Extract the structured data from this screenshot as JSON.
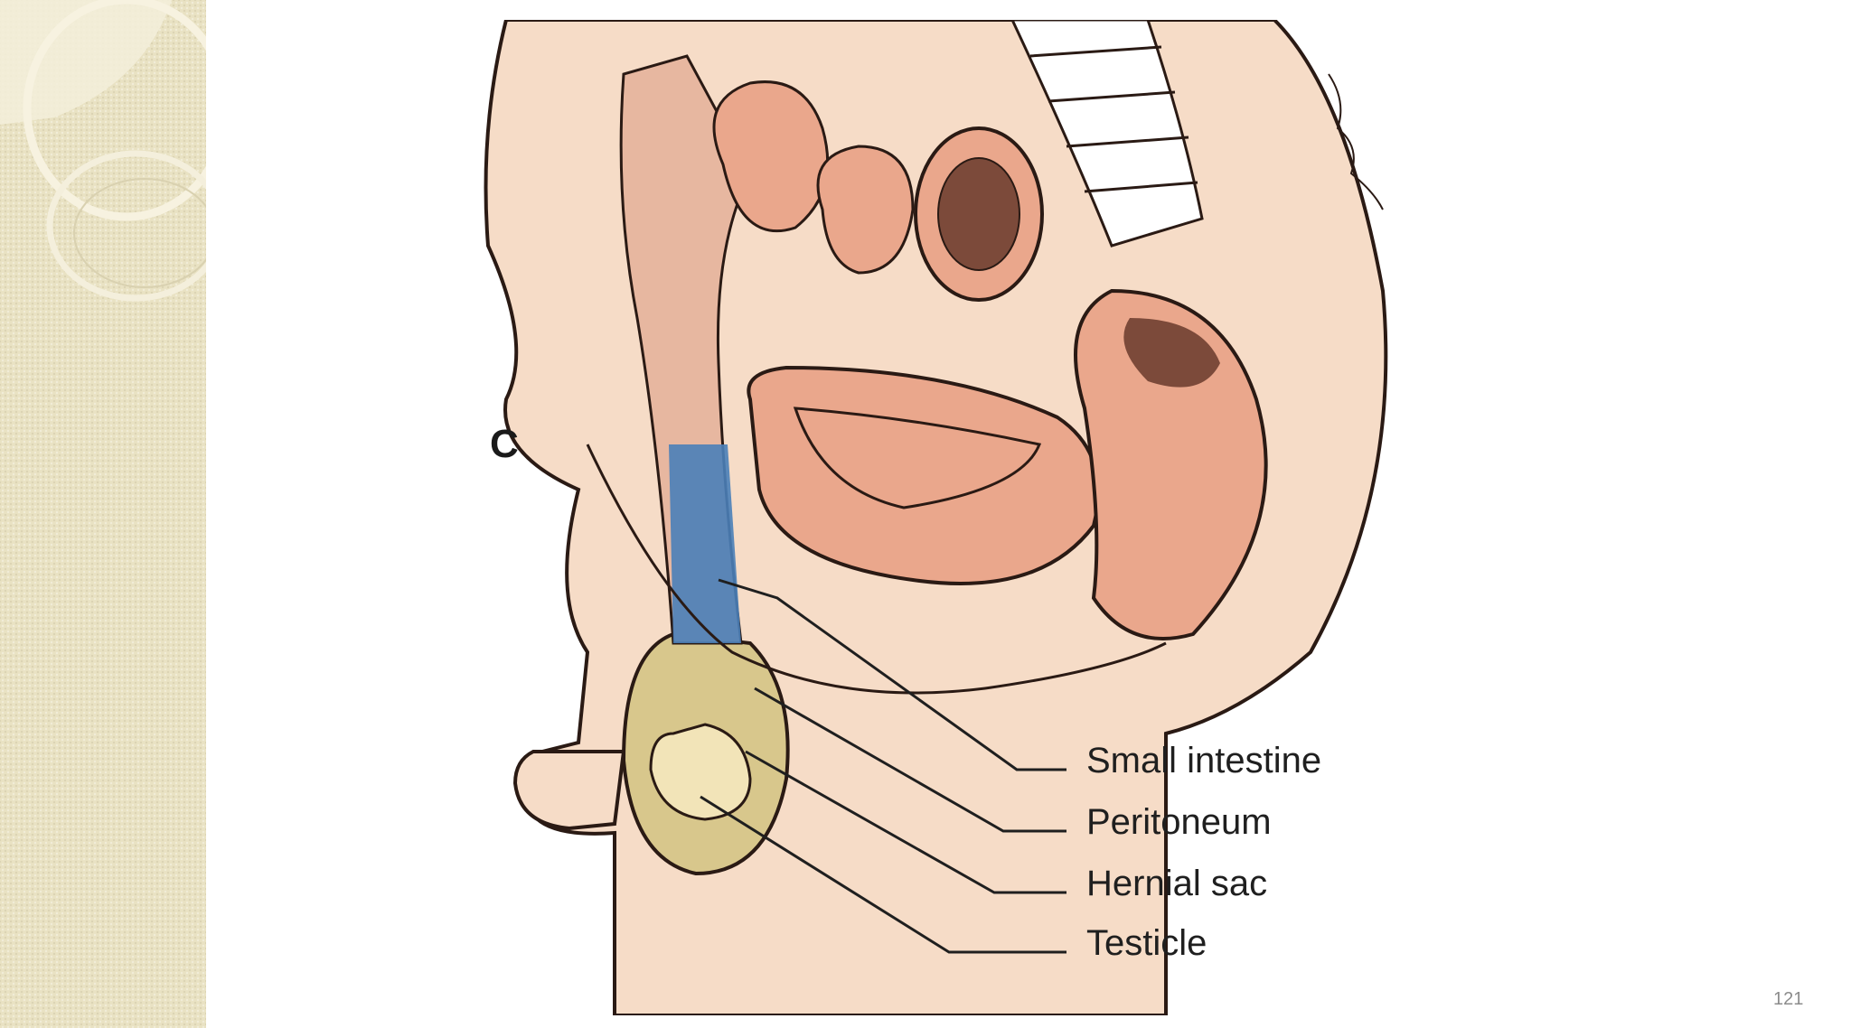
{
  "diagram": {
    "part_letter": "C",
    "labels": [
      {
        "id": "small-intestine",
        "text": "Small intestine"
      },
      {
        "id": "peritoneum",
        "text": "Peritoneum"
      },
      {
        "id": "hernial-sac",
        "text": "Hernial sac"
      },
      {
        "id": "testicle",
        "text": "Testicle"
      }
    ]
  },
  "slide": {
    "page_number": "121"
  },
  "colors": {
    "sidebar": "#e9e2c3",
    "skin": "#f6dcc7",
    "organ_fill": "#eaa78c",
    "intestine_blue": "#4a7fb8",
    "sac_fill": "#d8c78c",
    "testicle_fill": "#f2e4b8",
    "ink": "#1f1f1f"
  }
}
